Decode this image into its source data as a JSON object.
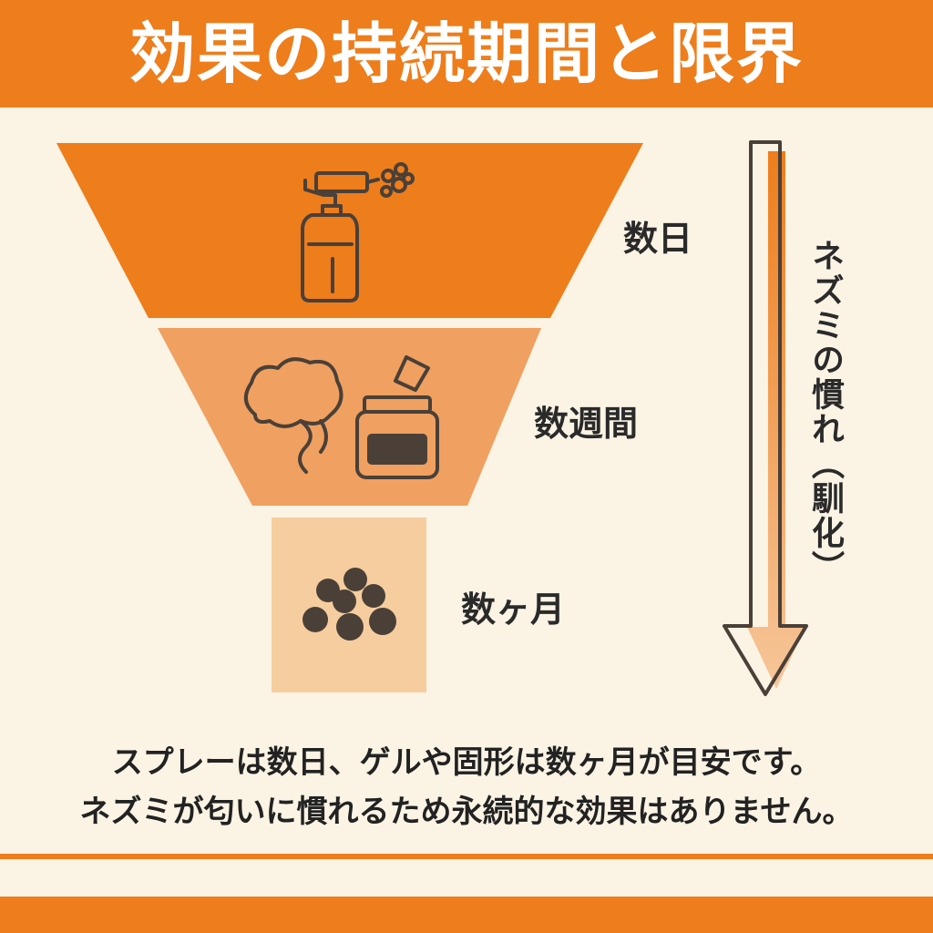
{
  "title": "効果の持続期間と限界",
  "tiers": [
    {
      "label": "数日",
      "icon": "spray-bottle-icon",
      "color": "#ee7d1b"
    },
    {
      "label": "数週間",
      "icon": "gel-jar-icon",
      "color": "#f0a060"
    },
    {
      "label": "数ヶ月",
      "icon": "solid-pellets-icon",
      "color": "#f6cd9f"
    }
  ],
  "arrow_label": "ネズミの慣れ（馴化）",
  "description": [
    "スプレーは数日、ゲルや固形は数ヶ月が目安です。",
    "ネズミが匂いに慣れるため永続的な効果はありません。"
  ],
  "colors": {
    "accent": "#ee7d1b",
    "background": "#fbf3e4",
    "text": "#222222"
  }
}
